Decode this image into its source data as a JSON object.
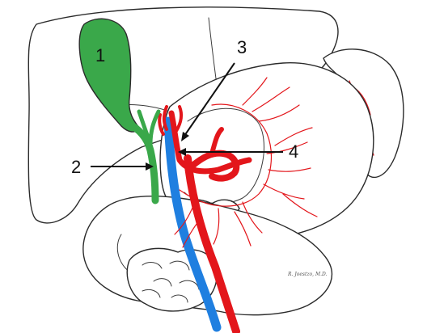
{
  "labels": {
    "l1": "1",
    "l2": "2",
    "l3": "3",
    "l4": "4"
  },
  "signature": "R. Joestzo, M.D.",
  "colors": {
    "gallbladder": "#3aa84a",
    "artery": "#e3161b",
    "vein": "#1f7fe0",
    "outline": "#2b2b2b"
  }
}
